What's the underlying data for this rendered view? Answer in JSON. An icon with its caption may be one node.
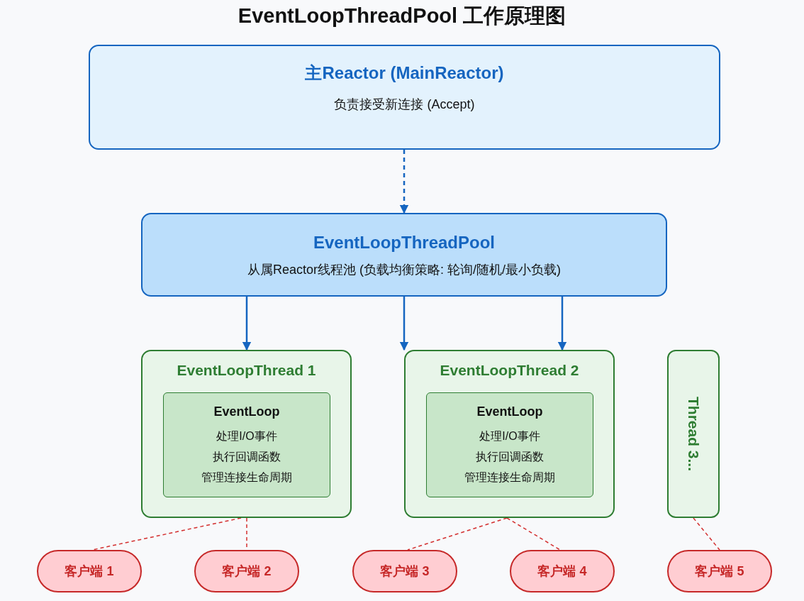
{
  "diagram": {
    "title": "EventLoopThreadPool 工作原理图",
    "nodes": [
      {
        "text": [
          "主Reactor (MainReactor)",
          "负责接受新连接 (Accept)"
        ]
      },
      {
        "text": [
          "EventLoopThreadPool",
          "从属Reactor线程池 (负载均衡策略: 轮询/随机/最小负载)"
        ]
      },
      {
        "text": [
          "EventLoopThread 1"
        ]
      },
      {
        "text": [
          "EventLoop",
          "处理I/O事件",
          "执行回调函数",
          "管理连接生命周期"
        ],
        "in": 2
      },
      {
        "text": [
          "EventLoopThread 2"
        ]
      },
      {
        "text": [
          "EventLoop",
          "处理I/O事件",
          "执行回调函数",
          "管理连接生命周期"
        ],
        "in": 4
      },
      {
        "text": [
          "Thread 3..."
        ]
      },
      {
        "text": [
          "客户端 1"
        ]
      },
      {
        "text": [
          "客户端 2"
        ]
      },
      {
        "text": [
          "客户端 3"
        ]
      },
      {
        "text": [
          "客户端 4"
        ]
      },
      {
        "text": [
          "客户端 5"
        ]
      }
    ],
    "edges": [
      {
        "from": 0,
        "to": 1,
        "arrow": "to",
        "style": "dashed",
        "color": "#1565c0"
      },
      {
        "from": 1,
        "to": 2,
        "arrow": "to",
        "color": "#1565c0"
      },
      {
        "from": 1,
        "to": 4,
        "arrow": "to",
        "color": "#1565c0"
      },
      {
        "from": 1,
        "to": 4,
        "arrow": "to",
        "color": "#1565c0"
      },
      {
        "from": 2,
        "to": 7,
        "arrow": "none",
        "style": "dashed",
        "color": "#d32f2f"
      },
      {
        "from": 2,
        "to": 8,
        "arrow": "none",
        "style": "dashed",
        "color": "#d32f2f"
      },
      {
        "from": 4,
        "to": 9,
        "arrow": "none",
        "style": "dashed",
        "color": "#d32f2f"
      },
      {
        "from": 4,
        "to": 10,
        "arrow": "none",
        "style": "dashed",
        "color": "#d32f2f"
      },
      {
        "from": 6,
        "to": 11,
        "arrow": "none",
        "style": "dashed",
        "color": "#d32f2f"
      }
    ]
  }
}
